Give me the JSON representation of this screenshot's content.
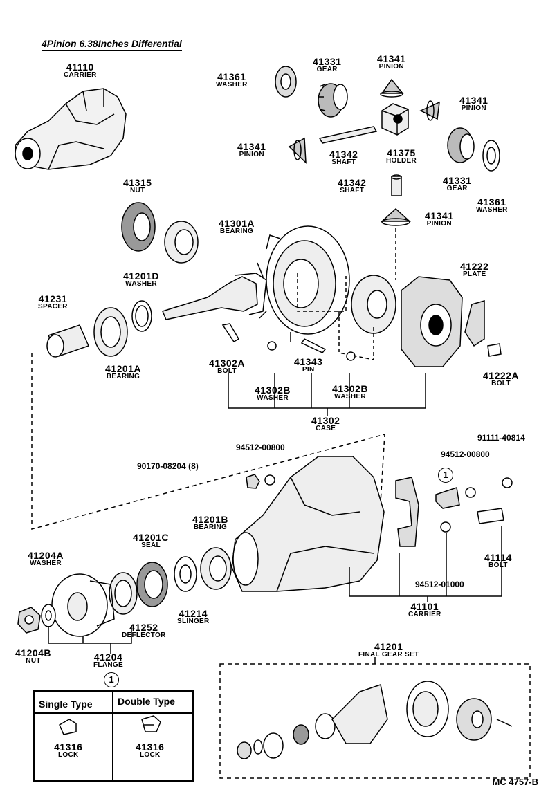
{
  "title": "4Pinion 6.38Inches Differential",
  "footer_code": "MC 4757-B",
  "parts": {
    "p41110": {
      "num": "41110",
      "desc": "CARRIER"
    },
    "p41361a": {
      "num": "41361",
      "desc": "WASHER"
    },
    "p41331a": {
      "num": "41331",
      "desc": "GEAR"
    },
    "p41341a": {
      "num": "41341",
      "desc": "PINION"
    },
    "p41341b": {
      "num": "41341",
      "desc": "PINION"
    },
    "p41341c": {
      "num": "41341",
      "desc": "PINION"
    },
    "p41342a": {
      "num": "41342",
      "desc": "SHAFT"
    },
    "p41375": {
      "num": "41375",
      "desc": "HOLDER"
    },
    "p41331b": {
      "num": "41331",
      "desc": "GEAR"
    },
    "p41361b": {
      "num": "41361",
      "desc": "WASHER"
    },
    "p41342b": {
      "num": "41342",
      "desc": "SHAFT"
    },
    "p41315": {
      "num": "41315",
      "desc": "NUT"
    },
    "p41301A": {
      "num": "41301A",
      "desc": "BEARING"
    },
    "p41341d": {
      "num": "41341",
      "desc": "PINION"
    },
    "p41201D": {
      "num": "41201D",
      "desc": "WASHER"
    },
    "p41222": {
      "num": "41222",
      "desc": "PLATE"
    },
    "p41231": {
      "num": "41231",
      "desc": "SPACER"
    },
    "p41201A": {
      "num": "41201A",
      "desc": "BEARING"
    },
    "p41302A": {
      "num": "41302A",
      "desc": "BOLT"
    },
    "p41343": {
      "num": "41343",
      "desc": "PIN"
    },
    "p41302Ba": {
      "num": "41302B",
      "desc": "WASHER"
    },
    "p41302Bb": {
      "num": "41302B",
      "desc": "WASHER"
    },
    "p41222A": {
      "num": "41222A",
      "desc": "BOLT"
    },
    "p41302": {
      "num": "41302",
      "desc": "CASE"
    },
    "p41201B": {
      "num": "41201B",
      "desc": "BEARING"
    },
    "p41201C": {
      "num": "41201C",
      "desc": "SEAL"
    },
    "p41204A": {
      "num": "41204A",
      "desc": "WASHER"
    },
    "p41114": {
      "num": "41114",
      "desc": "BOLT"
    },
    "p41214": {
      "num": "41214",
      "desc": "SLINGER"
    },
    "p41252": {
      "num": "41252",
      "desc": "DEFLECTOR"
    },
    "p41101": {
      "num": "41101",
      "desc": "CARRIER"
    },
    "p41204B": {
      "num": "41204B",
      "desc": "NUT"
    },
    "p41204": {
      "num": "41204",
      "desc": "FLANGE"
    },
    "p41201": {
      "num": "41201",
      "desc": "FINAL GEAR SET"
    },
    "p41316a": {
      "num": "41316",
      "desc": "LOCK"
    },
    "p41316b": {
      "num": "41316",
      "desc": "LOCK"
    }
  },
  "codes": {
    "c94512a": "94512-00800",
    "c90170": "90170-08204 (8)",
    "c91111": "91111-40814",
    "c94512b": "94512-00800",
    "c94512c": "94512-01000"
  },
  "ref_marker": "1",
  "lock_box": {
    "single": "Single Type",
    "double": "Double Type"
  }
}
